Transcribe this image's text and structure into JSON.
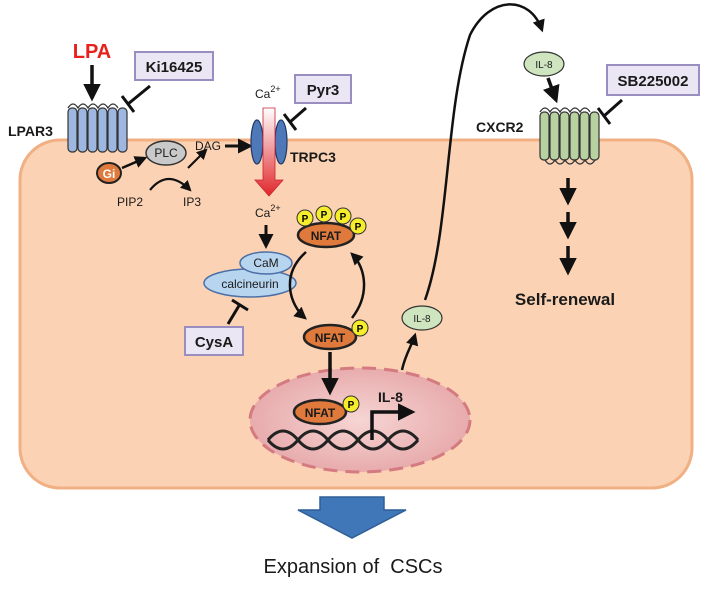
{
  "ligand": "LPA",
  "receptors": {
    "lpar3": "LPAR3",
    "trpc3": "TRPC3",
    "cxcr2": "CXCR2"
  },
  "inhibitors": {
    "ki16425": "Ki16425",
    "pyr3": "Pyr3",
    "cysa": "CysA",
    "sb225002": "SB225002"
  },
  "molecules": {
    "gi": "Gi",
    "plc": "PLC",
    "dag": "DAG",
    "pip2": "PIP2",
    "ip3": "IP3",
    "ca": "Ca",
    "ca_superscript": "2+",
    "cam": "CaM",
    "calcineurin": "calcineurin",
    "nfat": "NFAT",
    "phospho": "P",
    "il8": "IL-8"
  },
  "outcomes": {
    "self_renewal": "Self-renewal",
    "expansion": "Expansion of  CSCs"
  },
  "colors": {
    "cell_fill": "#fbd3b4",
    "cell_stroke": "#f0b083",
    "ligand_red": "#e8211c",
    "receptor_blue": "#9db7e0",
    "receptor_green": "#b7d2a0",
    "nfat_orange": "#e07a3c",
    "phospho_yellow": "#f6ee2a",
    "il8_green": "#cfe5bf",
    "inhibitor_fill": "#ebe6f3",
    "inhibitor_stroke": "#9a8ec0",
    "nucleus_fill": "#ecb6b6",
    "arrow_blue": "#3f77b8"
  }
}
